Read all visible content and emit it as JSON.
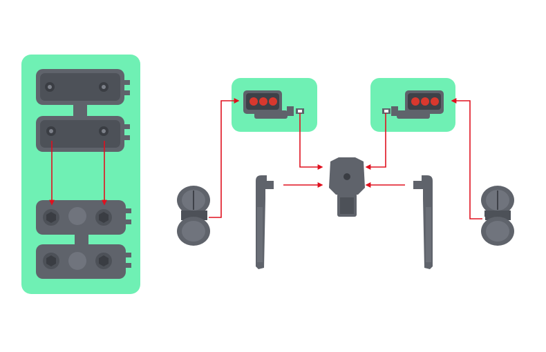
{
  "diagram": {
    "kind": "assembly-instruction",
    "colors": {
      "background": "#ffffff",
      "highlight_panel": "#6ff0b4",
      "part_body": "#5f636b",
      "part_dark": "#3e4148",
      "part_light": "#7c8089",
      "lens_red": "#d8382e",
      "arrow": "#e0101e"
    },
    "groups": [
      {
        "id": "sprue-panel",
        "parts": [
          "plate-top-1",
          "plate-top-2",
          "plate-bottom-1",
          "plate-bottom-2"
        ]
      },
      {
        "id": "left-camera-panel",
        "parts": [
          "camera-module-left"
        ]
      },
      {
        "id": "right-camera-panel",
        "parts": [
          "camera-module-right"
        ]
      }
    ],
    "icons": [
      "arrow-icon"
    ]
  }
}
